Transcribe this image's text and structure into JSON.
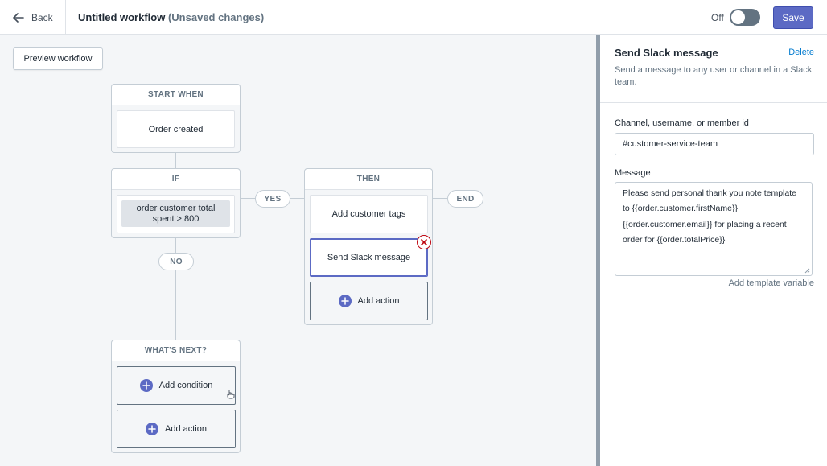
{
  "header": {
    "back_label": "Back",
    "title": "Untitled workflow",
    "unsaved": "(Unsaved changes)",
    "toggle_label": "Off",
    "save_label": "Save"
  },
  "canvas": {
    "preview_label": "Preview workflow",
    "start": {
      "heading": "START WHEN",
      "trigger": "Order created"
    },
    "if_group": {
      "heading": "IF",
      "condition": "order customer total spent > 800"
    },
    "yes_label": "YES",
    "no_label": "NO",
    "end_label": "END",
    "then_group": {
      "heading": "THEN",
      "actions": [
        "Add customer tags",
        "Send Slack message"
      ],
      "add_action_label": "Add action"
    },
    "next_group": {
      "heading": "WHAT'S NEXT?",
      "add_condition_label": "Add condition",
      "add_action_label": "Add action"
    }
  },
  "panel": {
    "title": "Send Slack message",
    "delete_label": "Delete",
    "description": "Send a message to any user or channel in a Slack team.",
    "channel_label": "Channel, username, or member id",
    "channel_value": "#customer-service-team",
    "message_label": "Message",
    "message_value": "Please send personal thank you note template to {{order.customer.firstName}} {{order.customer.email}} for placing a recent order for {{order.totalPrice}}",
    "template_link": "Add template variable"
  },
  "colors": {
    "accent": "#5c6ac4",
    "link": "#007ace",
    "error": "#bf0711"
  }
}
